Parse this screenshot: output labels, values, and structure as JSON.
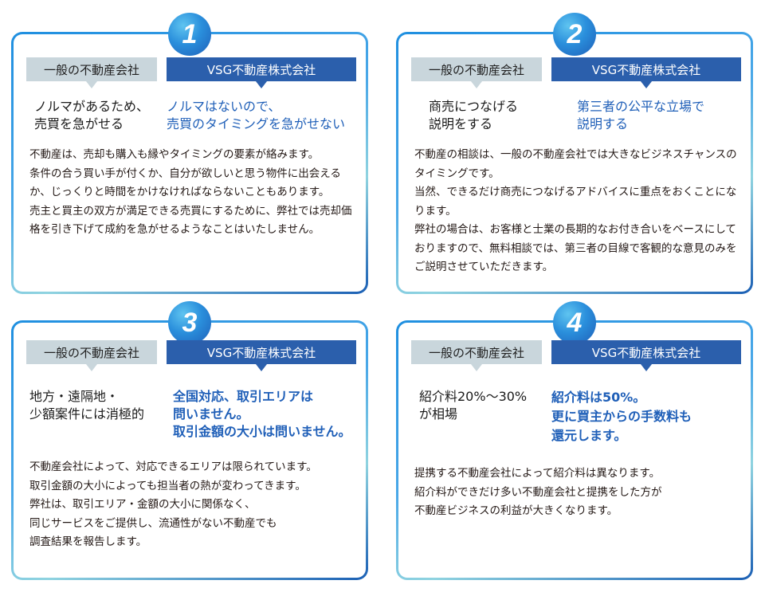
{
  "labels": {
    "general": "一般の不動産会社",
    "vsg": "VSG不動産株式会社"
  },
  "cards": [
    {
      "number": "1",
      "general": "ノルマがあるため、\n売買を急がせる",
      "vsg": "ノルマはないので、\n売買のタイミングを急がせない",
      "body": "不動産は、売却も購入も縁やタイミングの要素が絡みます。\n条件の合う買い手が付くか、自分が欲しいと思う物件に出会えるか、じっくりと時間をかけなければならないこともあります。\n売主と買主の双方が満足できる売買にするために、弊社では売却価格を引き下げて成約を急がせるようなことはいたしません。"
    },
    {
      "number": "2",
      "general": "商売につなげる\n説明をする",
      "vsg": "第三者の公平な立場で\n説明する",
      "body": "不動産の相談は、一般の不動産会社では大きなビジネスチャンスのタイミングです。\n当然、できるだけ商売につなげるアドバイスに重点をおくことになります。\n弊社の場合は、お客様と士業の長期的なお付き合いをベースにしておりますので、無料相談では、第三者の目線で客観的な意見のみをご説明させていただきます。"
    },
    {
      "number": "3",
      "general": "地方・遠隔地・\n少額案件には消極的",
      "vsg": "全国対応、取引エリアは\n問いません。\n取引金額の大小は問いません。",
      "body": "不動産会社によって、対応できるエリアは限られています。\n取引金額の大小によっても担当者の熱が変わってきます。\n弊社は、取引エリア・金額の大小に関係なく、\n同じサービスをご提供し、流通性がない不動産でも\n調査結果を報告します。"
    },
    {
      "number": "4",
      "general": "紹介料20%〜30%\nが相場",
      "vsg": "紹介料は50%。\n更に買主からの手数料も\n還元します。",
      "body": "提携する不動産会社によって紹介料は異なります。\n紹介料ができだけ多い不動産会社と提携をした方が\n不動産ビジネスの利益が大きくなります。"
    }
  ]
}
